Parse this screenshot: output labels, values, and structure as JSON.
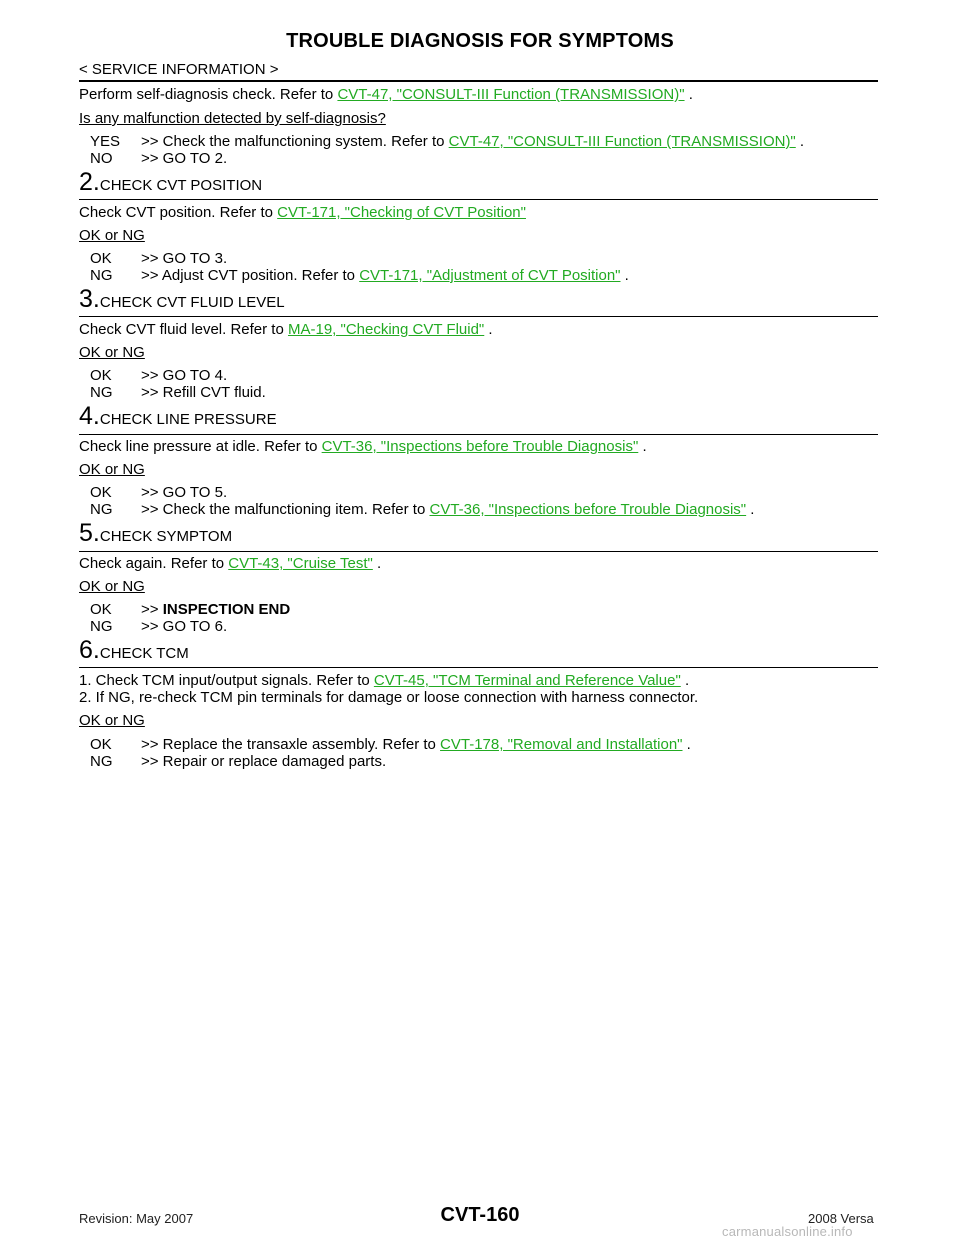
{
  "header": {
    "title": "TROUBLE DIAGNOSIS FOR SYMPTOMS",
    "subtitle": "< SERVICE INFORMATION >"
  },
  "intro": {
    "text": "Perform self-diagnosis check. Refer to ",
    "link": "CVT-47, \"CONSULT-III Function (TRANSMISSION)\"",
    "tail": " .",
    "question": "Is any malfunction detected by self-diagnosis?",
    "yes_label": "YES",
    "yes_text": ">> Check the malfunctioning system. Refer to ",
    "yes_link": "CVT-47, \"CONSULT-III Function (TRANSMISSION)\"",
    "yes_tail": " .",
    "no_label": "NO",
    "no_text": ">> GO TO 2."
  },
  "step2": {
    "num": "2.",
    "title": "CHECK CVT POSITION",
    "text": "Check CVT position. Refer to ",
    "link": "CVT-171, \"Checking of CVT Position\"",
    "question": "OK or NG",
    "ok_label": "OK",
    "ok_text": ">> GO TO 3.",
    "ng_label": "NG",
    "ng_text": ">> Adjust CVT position. Refer to ",
    "ng_link": "CVT-171, \"Adjustment of CVT Position\"",
    "ng_tail": " ."
  },
  "step3": {
    "num": "3.",
    "title": "CHECK CVT FLUID LEVEL",
    "text": "Check CVT fluid level. Refer to ",
    "link": "MA-19, \"Checking CVT Fluid\"",
    "tail": " .",
    "question": "OK or NG",
    "ok_label": "OK",
    "ok_text": ">> GO TO 4.",
    "ng_label": "NG",
    "ng_text": ">> Refill CVT fluid."
  },
  "step4": {
    "num": "4.",
    "title": "CHECK LINE PRESSURE",
    "text": "Check line pressure at idle. Refer to ",
    "link": "CVT-36, \"Inspections before Trouble Diagnosis\"",
    "tail": " .",
    "question": "OK or NG",
    "ok_label": "OK",
    "ok_text": ">> GO TO 5.",
    "ng_label": "NG",
    "ng_text": ">> Check the malfunctioning item. Refer to ",
    "ng_link": "CVT-36, \"Inspections before Trouble Diagnosis\"",
    "ng_tail": " ."
  },
  "step5": {
    "num": "5.",
    "title": "CHECK SYMPTOM",
    "text": "Check again. Refer to ",
    "link": "CVT-43, \"Cruise Test\"",
    "tail": " .",
    "question": "OK or NG",
    "ok_label": "OK",
    "ok_prefix": ">> ",
    "ok_text": "INSPECTION END",
    "ng_label": "NG",
    "ng_text": ">> GO TO 6."
  },
  "step6": {
    "num": "6.",
    "title": "CHECK TCM",
    "item1_text": "1. Check TCM input/output signals. Refer to ",
    "item1_link": "CVT-45, \"TCM Terminal and Reference Value\"",
    "item1_tail": " .",
    "item2_text": "2. If NG, re-check TCM pin terminals for damage or loose connection with harness connector.",
    "question": "OK or NG",
    "ok_label": "OK",
    "ok_text": ">> Replace the transaxle assembly. Refer to ",
    "ok_link": "CVT-178, \"Removal and Installation\"",
    "ok_tail": " .",
    "ng_label": "NG",
    "ng_text": ">> Repair or replace damaged parts."
  },
  "footer": {
    "revision": "Revision: May 2007",
    "page": "CVT-160",
    "model": "2008 Versa",
    "watermark": "carmanualsonline.info"
  }
}
